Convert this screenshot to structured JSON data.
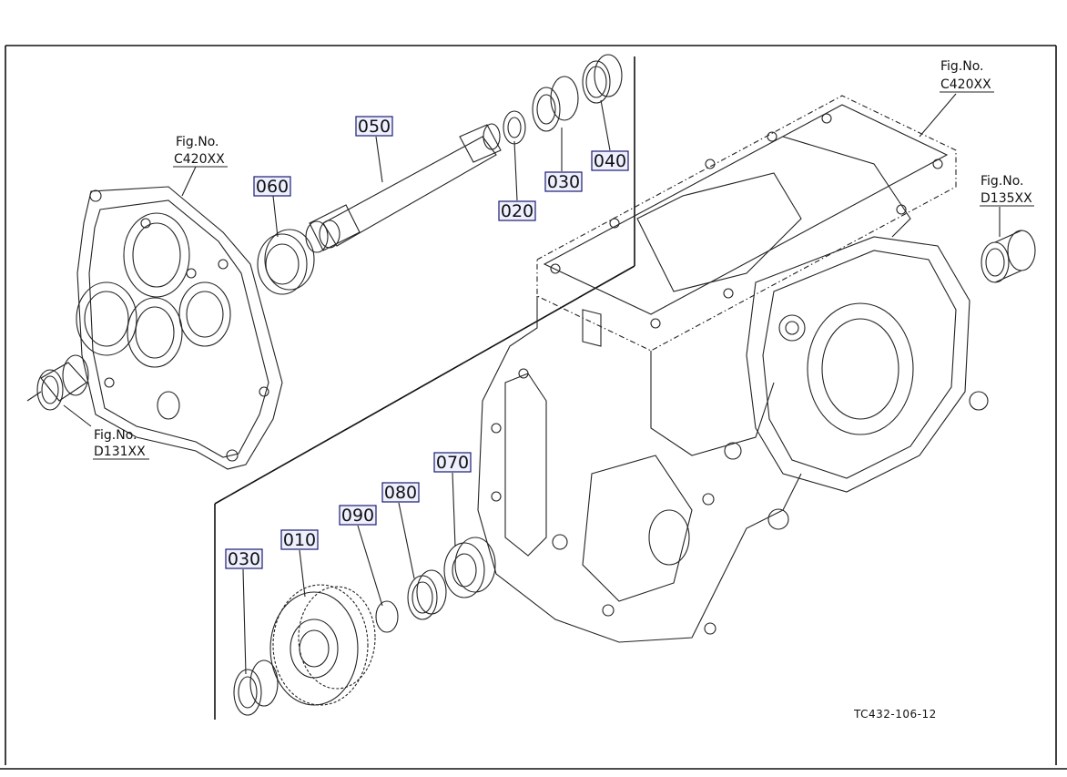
{
  "diagram": {
    "frame_color": "#111111",
    "callout_fill": "#eef0ff",
    "callout_border": "#1a1a70",
    "figure_code": "TC432-106-12",
    "part_callouts": [
      {
        "id": "010",
        "label": "010"
      },
      {
        "id": "020",
        "label": "020"
      },
      {
        "id": "030a",
        "label": "030"
      },
      {
        "id": "030b",
        "label": "030"
      },
      {
        "id": "040",
        "label": "040"
      },
      {
        "id": "050",
        "label": "050"
      },
      {
        "id": "060",
        "label": "060"
      },
      {
        "id": "070",
        "label": "070"
      },
      {
        "id": "080",
        "label": "080"
      },
      {
        "id": "090",
        "label": "090"
      }
    ],
    "figure_refs": [
      {
        "id": "ref-left-top",
        "title": "Fig.No.",
        "code": "C420XX"
      },
      {
        "id": "ref-right-top",
        "title": "Fig.No.",
        "code": "C420XX"
      },
      {
        "id": "ref-right",
        "title": "Fig.No.",
        "code": "D135XX"
      },
      {
        "id": "ref-left-bottom",
        "title": "Fig.No.",
        "code": "D131XX"
      }
    ]
  }
}
